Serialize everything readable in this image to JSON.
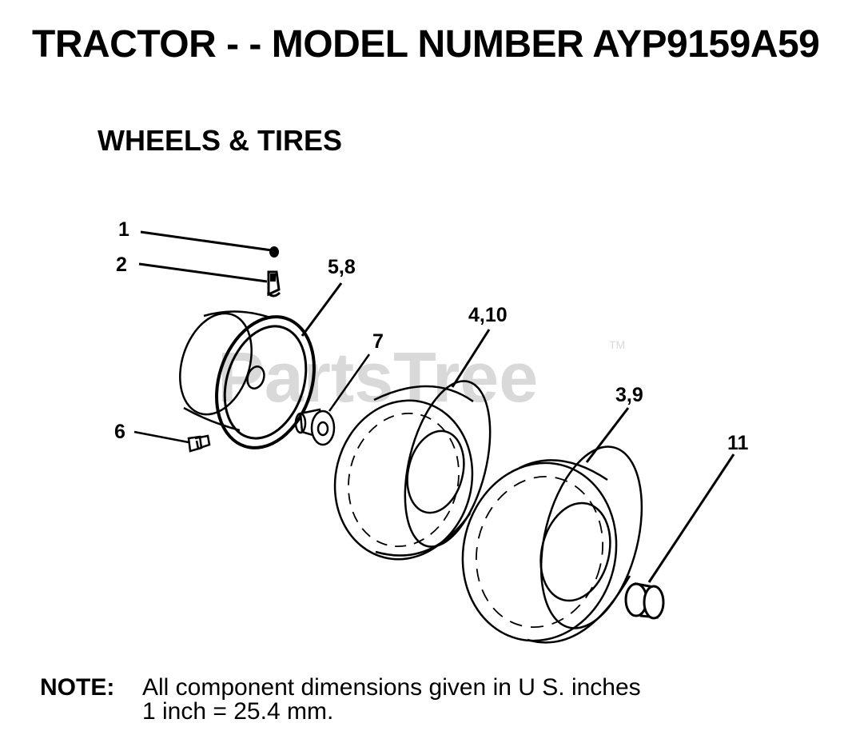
{
  "header": {
    "title": "TRACTOR - - MODEL NUMBER AYP9159A59",
    "section": "WHEELS & TIRES"
  },
  "watermark": {
    "text": "PartsTree",
    "tm": "TM"
  },
  "callouts": {
    "c1": "1",
    "c2": "2",
    "c5_8": "5,8",
    "c7": "7",
    "c4_10": "4,10",
    "c3_9": "3,9",
    "c6": "6",
    "c11": "11"
  },
  "note": {
    "label": "NOTE:",
    "line1": "All component dimensions given in U S. inches",
    "line2": "1 inch = 25.4 mm."
  }
}
